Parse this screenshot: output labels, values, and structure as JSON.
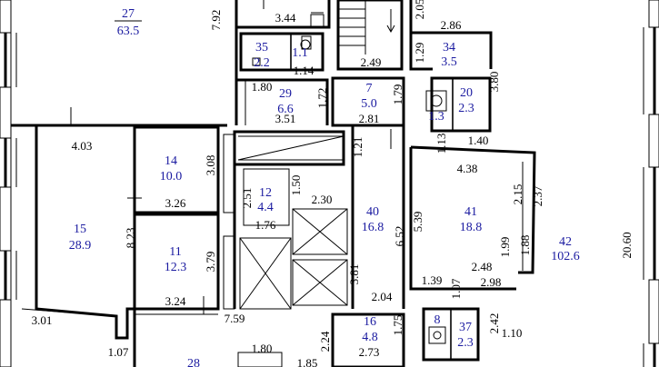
{
  "rooms": [
    {
      "id": "r27",
      "number": "27",
      "area": "63.5"
    },
    {
      "id": "r35",
      "number": "35",
      "area": "2.2"
    },
    {
      "id": "r36",
      "number": "",
      "area": "1.1"
    },
    {
      "id": "r29",
      "number": "29",
      "area": "6.6"
    },
    {
      "id": "r7",
      "number": "7",
      "area": "5.0"
    },
    {
      "id": "r34",
      "number": "34",
      "area": "3.5"
    },
    {
      "id": "r20",
      "number": "20",
      "area": "2.3"
    },
    {
      "id": "r21",
      "number": "",
      "area": "1.3"
    },
    {
      "id": "r14",
      "number": "14",
      "area": "10.0"
    },
    {
      "id": "r12",
      "number": "12",
      "area": "4.4"
    },
    {
      "id": "r40",
      "number": "40",
      "area": "16.8"
    },
    {
      "id": "r41",
      "number": "41",
      "area": "18.8"
    },
    {
      "id": "r42",
      "number": "42",
      "area": "102.6"
    },
    {
      "id": "r15",
      "number": "15",
      "area": "28.9"
    },
    {
      "id": "r11",
      "number": "11",
      "area": "12.3"
    },
    {
      "id": "r16",
      "number": "16",
      "area": "4.8"
    },
    {
      "id": "r8",
      "number": "8",
      "area": ""
    },
    {
      "id": "r37",
      "number": "37",
      "area": "2.3"
    },
    {
      "id": "r28",
      "number": "28",
      "area": ""
    }
  ],
  "dimensions": {
    "d792": "7.92",
    "d344": "3.44",
    "d114": "1.14",
    "d180a": "1.80",
    "d172": "1.72",
    "d351": "3.51",
    "d249": "2.49",
    "d179": "1.79",
    "d281": "2.81",
    "d121": "1.21",
    "d150": "1.50",
    "d230": "2.30",
    "d251": "2.51",
    "d176": "1.76",
    "d308": "3.08",
    "d379": "3.79",
    "d381": "3.81",
    "d403": "4.03",
    "d326": "3.26",
    "d823": "8.23",
    "d324": "3.24",
    "d759": "7.59",
    "d301": "3.01",
    "d107a": "1.07",
    "d286": "2.86",
    "d129": "1.29",
    "d380": "3.80",
    "d113": "1.13",
    "d140": "1.40",
    "d438": "4.38",
    "d215": "2.15",
    "d237": "2.37",
    "d539": "5.39",
    "d652": "6.52",
    "d199": "1.99",
    "d188": "1.88",
    "d248": "2.48",
    "d298": "2.98",
    "d139": "1.39",
    "d2060": "20.60",
    "d204": "2.04",
    "d224": "2.24",
    "d175": "1.75",
    "d273": "2.73",
    "d180b": "1.80",
    "d185": "1.85",
    "d107b": "1.07",
    "d242": "2.42",
    "d110": "1.10",
    "d205": "2.05"
  },
  "colors": {
    "walls": "#000000",
    "labels": "#1a1aa0",
    "background": "#ffffff"
  }
}
